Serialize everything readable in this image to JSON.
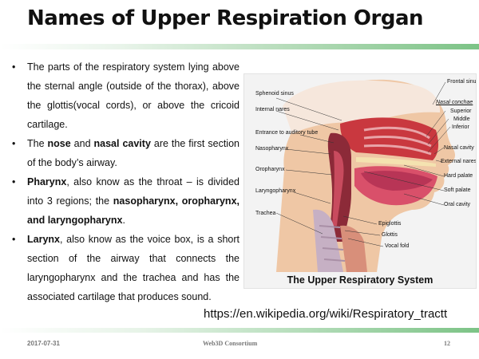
{
  "title": "Names of Upper Respiration Organ",
  "bullets": [
    {
      "parts": [
        {
          "text": "The parts of the respiratory system lying above the sternal angle (outside of the thorax), above the glottis(vocal cords), or above the cricoid cartilage.",
          "bold": false
        }
      ]
    },
    {
      "parts": [
        {
          "text": "The ",
          "bold": false
        },
        {
          "text": "nose",
          "bold": true
        },
        {
          "text": " and ",
          "bold": false
        },
        {
          "text": "nasal cavity",
          "bold": true
        },
        {
          "text": " are the first section of the body’s airway.",
          "bold": false
        }
      ]
    },
    {
      "parts": [
        {
          "text": "Pharynx",
          "bold": true
        },
        {
          "text": ", also know as the throat – is divided into 3 regions; the ",
          "bold": false
        },
        {
          "text": "nasopharynx, oropharynx, and laryngopharynx",
          "bold": true
        },
        {
          "text": ".",
          "bold": false
        }
      ]
    },
    {
      "parts": [
        {
          "text": "Larynx",
          "bold": true
        },
        {
          "text": ", also know as the voice box, is a short section of the airway that connects the laryngopharynx and the trachea and has the associated cartilage that produces sound.",
          "bold": false
        }
      ]
    }
  ],
  "figure": {
    "caption": "The Upper Respiratory System",
    "labels": {
      "sphenoid_sinus": "Sphenoid sinus",
      "internal_nares": "Internal nares",
      "entrance_auditory_tube": "Entrance to auditory tube",
      "nasopharynx": "Nasopharynx",
      "oropharynx": "Oropharynx",
      "laryngopharynx": "Laryngopharynx",
      "trachea": "Trachea",
      "frontal_sinus": "Frontal sinus",
      "nasal_conchae": "Nasal conchae",
      "superior": "Superior",
      "middle": "Middle",
      "inferior": "Inferior",
      "nasal_cavity": "Nasal cavity",
      "external_nares": "External nares",
      "hard_palate": "Hard palate",
      "soft_palate": "Soft palate",
      "oral_cavity": "Oral cavity",
      "epiglottis": "Epiglottis",
      "glottis": "Glottis",
      "vocal_fold": "Vocal fold"
    }
  },
  "source_url": "https://en.wikipedia.org/wiki/Respiratory_tractt",
  "footer": {
    "date": "2017-07-31",
    "organization": "Web3D Consortium",
    "page": "12"
  }
}
